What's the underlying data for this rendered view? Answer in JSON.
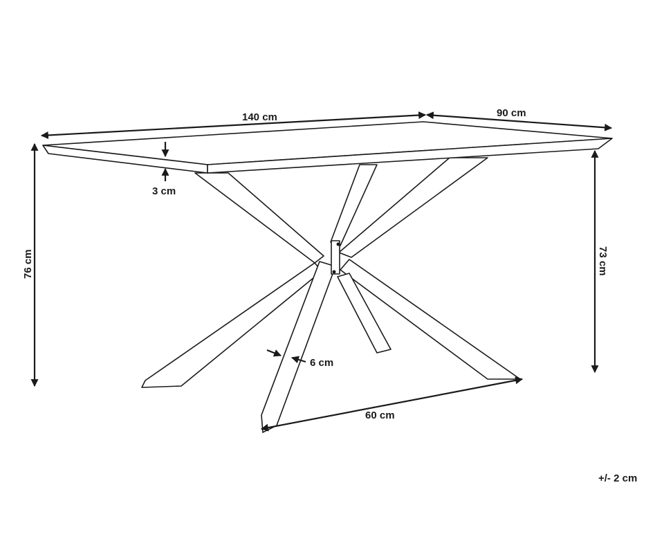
{
  "dimensions": {
    "length": "140 cm",
    "width": "90 cm",
    "top_thickness": "3 cm",
    "total_height": "76 cm",
    "leg_height": "73 cm",
    "leg_thickness": "6 cm",
    "leg_span": "60 cm"
  },
  "tolerance": "+/- 2 cm"
}
